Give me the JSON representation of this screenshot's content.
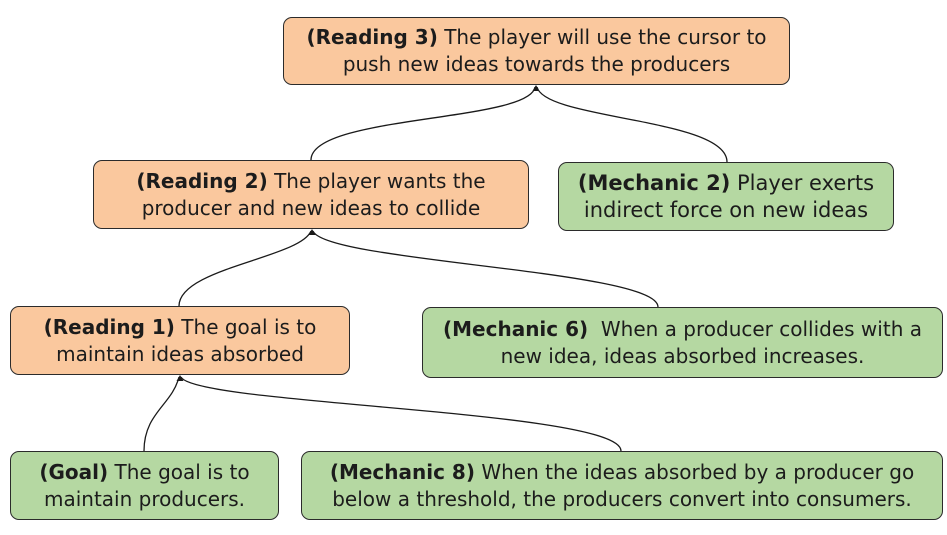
{
  "diagram": {
    "nodes": {
      "reading3": {
        "title": "(Reading 3)",
        "text": " The player will use the cursor to push new ideas towards the producers",
        "kind": "reading",
        "color": "#fac89e"
      },
      "reading2": {
        "title": "(Reading 2)",
        "text": " The player wants the producer and new ideas to collide",
        "kind": "reading",
        "color": "#fac89e"
      },
      "mechanic2": {
        "title": "(Mechanic 2)",
        "text": " Player exerts indirect force on new ideas",
        "kind": "mechanic",
        "color": "#b5d8a2"
      },
      "reading1": {
        "title": "(Reading 1)",
        "text": " The goal is to maintain ideas absorbed",
        "kind": "reading",
        "color": "#fac89e"
      },
      "mechanic6": {
        "title": "(Mechanic 6)",
        "text": "  When a producer collides with a new idea, ideas absorbed increases.",
        "kind": "mechanic",
        "color": "#b5d8a2"
      },
      "goal": {
        "title": "(Goal)",
        "text": " The goal is to maintain producers.",
        "kind": "mechanic",
        "color": "#b5d8a2"
      },
      "mechanic8": {
        "title": "(Mechanic 8)",
        "text": " When the ideas absorbed by a producer go below a threshold, the producers convert into consumers.",
        "kind": "mechanic",
        "color": "#b5d8a2"
      }
    },
    "edges": [
      {
        "from": "reading2",
        "to": "reading3"
      },
      {
        "from": "mechanic2",
        "to": "reading3"
      },
      {
        "from": "reading1",
        "to": "reading2"
      },
      {
        "from": "mechanic6",
        "to": "reading2"
      },
      {
        "from": "goal",
        "to": "reading1"
      },
      {
        "from": "mechanic8",
        "to": "reading1"
      }
    ],
    "edge_color": "#1a1a1a"
  }
}
